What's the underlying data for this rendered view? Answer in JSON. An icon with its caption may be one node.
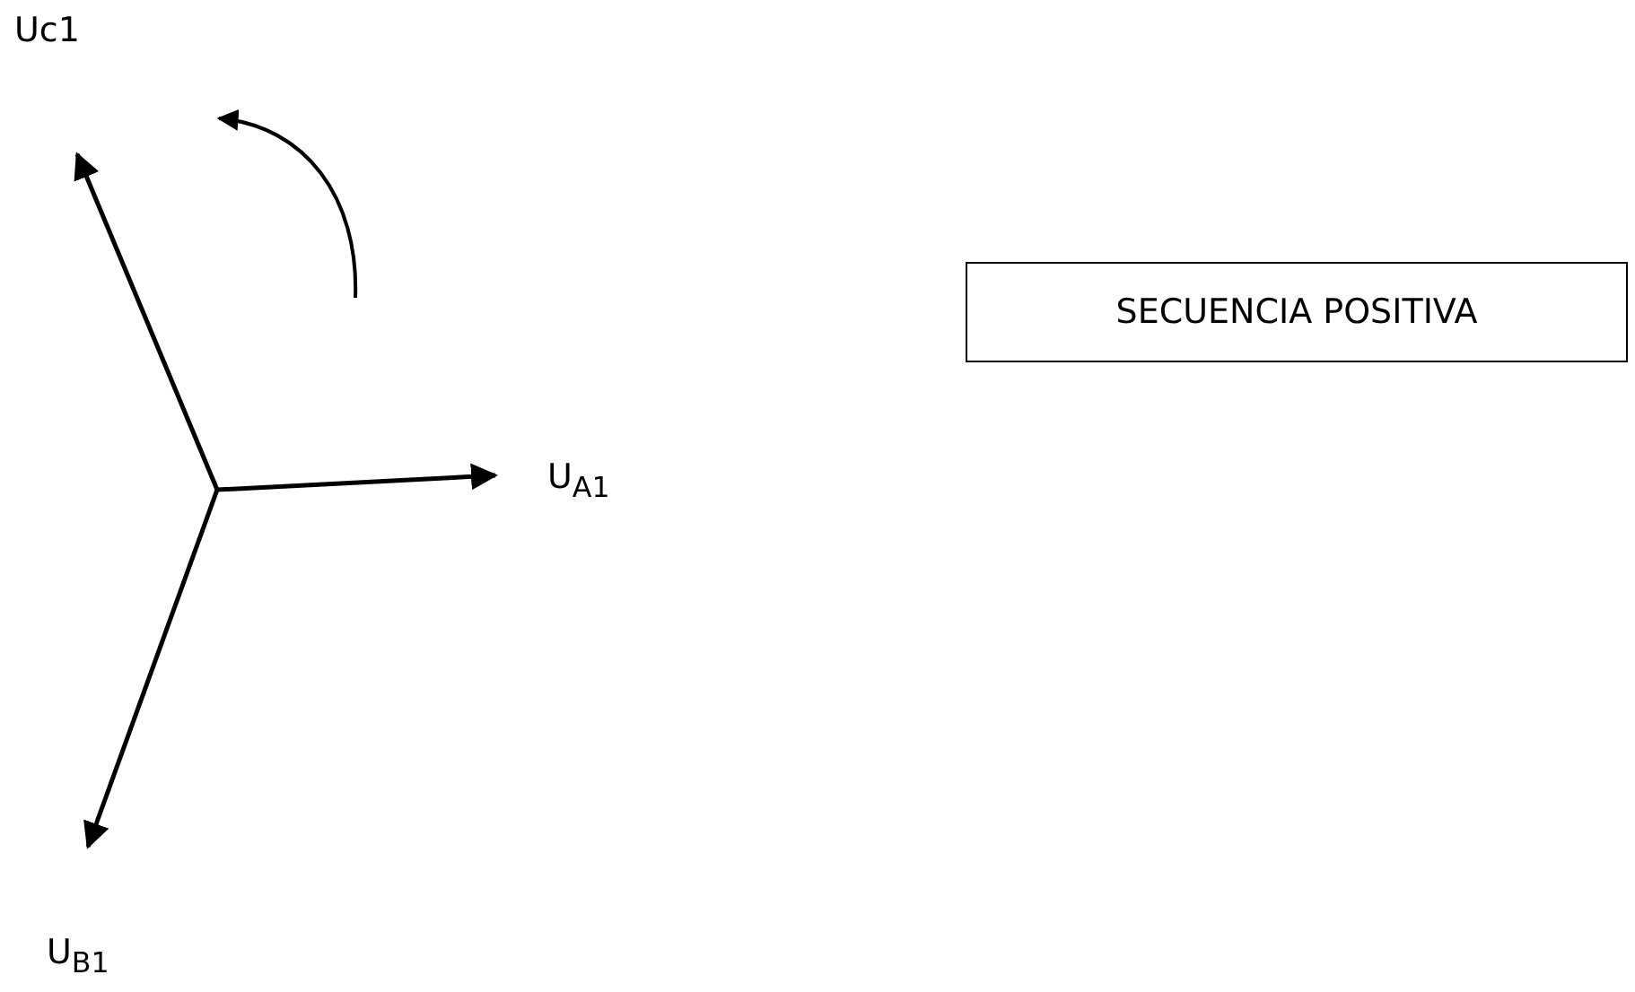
{
  "diagram": {
    "nodes": [
      {
        "text": [
          "SECUENCIA POSITIVA"
        ]
      }
    ],
    "labels": [
      "Uc1",
      "U$_{A1}$",
      "U$_{B1}$"
    ]
  }
}
